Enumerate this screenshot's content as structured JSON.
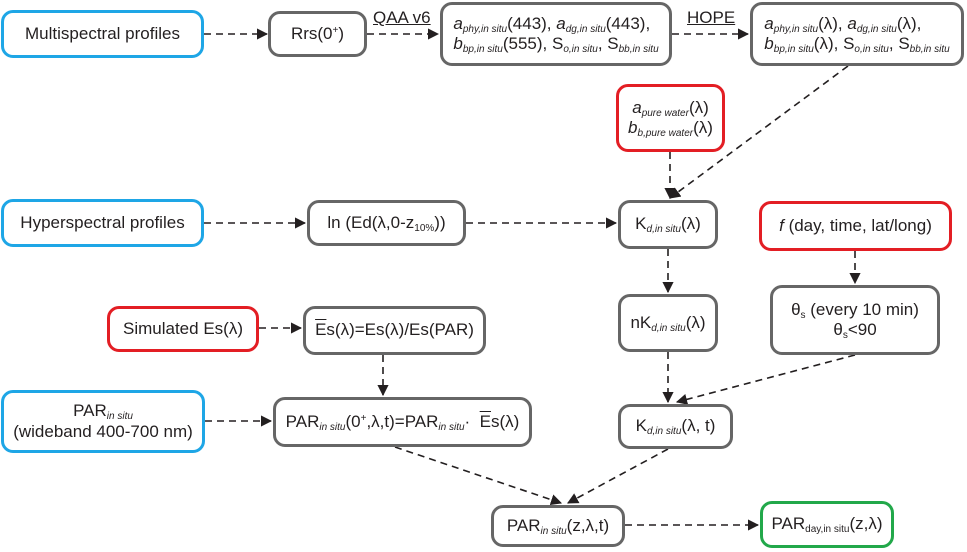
{
  "nodes": {
    "multispectral": {
      "label": "Multispectral profiles",
      "color": "#1ea6e6"
    },
    "rrs": {
      "pre": "Rrs(0",
      "sup": "+",
      "post": ")"
    },
    "qaa": {
      "l1": {
        "a1": "a",
        "s1": "phy,in situ",
        "t1": "(443), ",
        "a2": "a",
        "s2": "dg,in situ",
        "t2": "(443),"
      },
      "l2": {
        "a1": "b",
        "s1": "bp,in situ",
        "t1": "(555), S",
        "s2": "o,in situ",
        "t2": ", S",
        "s3": "bb,in situ"
      }
    },
    "hope": {
      "l1": {
        "a1": "a",
        "s1": "phy,in situ",
        "t1": "(λ), ",
        "a2": "a",
        "s2": "dg,in situ",
        "t2": "(λ),"
      },
      "l2": {
        "a1": "b",
        "s1": "bp,in situ",
        "t1": "(λ), S",
        "s2": "o,in situ",
        "t2": ", S",
        "s3": "bb,in situ"
      }
    },
    "purewater": {
      "l1": {
        "a": "a",
        "s": "pure water",
        "t": "(λ)"
      },
      "l2": {
        "a": "b",
        "s": "b,pure water",
        "t": "(λ)"
      },
      "color": "#e31e24"
    },
    "hyperspectral": {
      "label": "Hyperspectral profiles",
      "color": "#1ea6e6"
    },
    "ln": {
      "pre": "ln (Ed(λ,0-z",
      "sub": "10%",
      "post": "))"
    },
    "kd": {
      "pre": "K",
      "sub": "d,in situ",
      "post": "(λ)"
    },
    "fday": {
      "f": "f",
      "post": " (day, time, lat/long)",
      "color": "#e31e24"
    },
    "simes": {
      "label": "Simulated Es(λ)",
      "color": "#e31e24"
    },
    "esbar": {
      "bar": "E",
      "post": "s(λ)=Es(λ)/Es(PAR)"
    },
    "nkd": {
      "pre": "nK",
      "sub": "d,in situ",
      "post": "(λ)"
    },
    "theta": {
      "l1": {
        "pre": "θ",
        "sub": "s",
        "post": " (every 10 min)"
      },
      "l2": {
        "pre": "θ",
        "sub": "s",
        "post": "<90"
      }
    },
    "parin": {
      "l1": {
        "pre": "PAR",
        "sub": "in situ"
      },
      "l2": "(wideband 400-700 nm)",
      "color": "#1ea6e6"
    },
    "parcalc": {
      "pre": "PAR",
      "sub1": "in situ",
      "mid1": "(0",
      "sup": "+",
      "mid2": ",λ,t)=PAR",
      "sub2": "in situ",
      "dot": "·",
      "bar": "E",
      "post": "s(λ)"
    },
    "kdt": {
      "pre": "K",
      "sub": "d,in situ",
      "post": "(λ, t)"
    },
    "parz": {
      "pre": "PAR",
      "sub": "in situ",
      "post": "(z,λ,t)"
    },
    "parday": {
      "pre": "PAR",
      "sub": "day,in situ",
      "post": "(z,λ)",
      "color": "#22a84a"
    }
  },
  "edge_labels": {
    "qaa": "QAA v6",
    "hope": "HOPE"
  }
}
